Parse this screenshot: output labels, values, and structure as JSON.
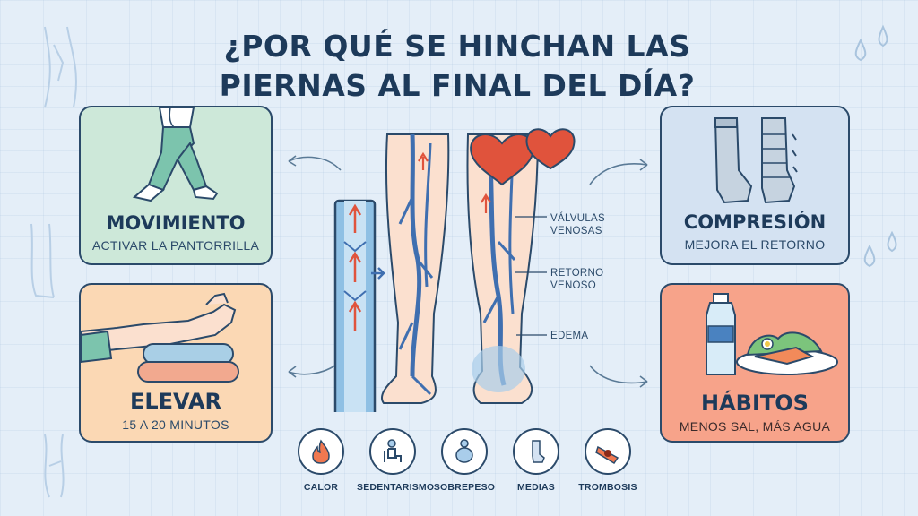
{
  "title": "¿POR QUÉ SE HINCHAN LAS PIERNAS AL FINAL DEL DÍA?",
  "cards": {
    "movimiento": {
      "title": "MOVIMIENTO",
      "subtitle": "ACTIVAR LA PANTORRILLA",
      "color": "#cde8d9"
    },
    "elevar": {
      "title": "ELEVAR",
      "subtitle": "15 A 20 MINUTOS",
      "color": "#fbd8b4"
    },
    "compresion": {
      "title": "COMPRESIÓN",
      "subtitle": "MEJORA EL RETORNO",
      "color": "#d4e2f2"
    },
    "habitos": {
      "title": "HÁBITOS",
      "subtitle": "MENOS SAL, MÁS AGUA",
      "color": "#f7a38a"
    }
  },
  "callouts": {
    "valvulas": "VÁLVULAS\nVENOSAS",
    "retorno": "RETORNO\nVENOSO",
    "edema": "EDEMA"
  },
  "causes": [
    {
      "label": "CALOR",
      "icon": "flame-icon"
    },
    {
      "label": "SEDENTARISMO",
      "icon": "seated-person-icon"
    },
    {
      "label": "SOBREPESO",
      "icon": "overweight-person-icon"
    },
    {
      "label": "MEDIAS",
      "icon": "sock-icon"
    },
    {
      "label": "TROMBOSIS",
      "icon": "blood-clot-icon"
    }
  ],
  "colors": {
    "vein": "#3f6fb0",
    "arrow": "#e0533c",
    "skin": "#fbe0cf",
    "heart": "#e0533c"
  }
}
